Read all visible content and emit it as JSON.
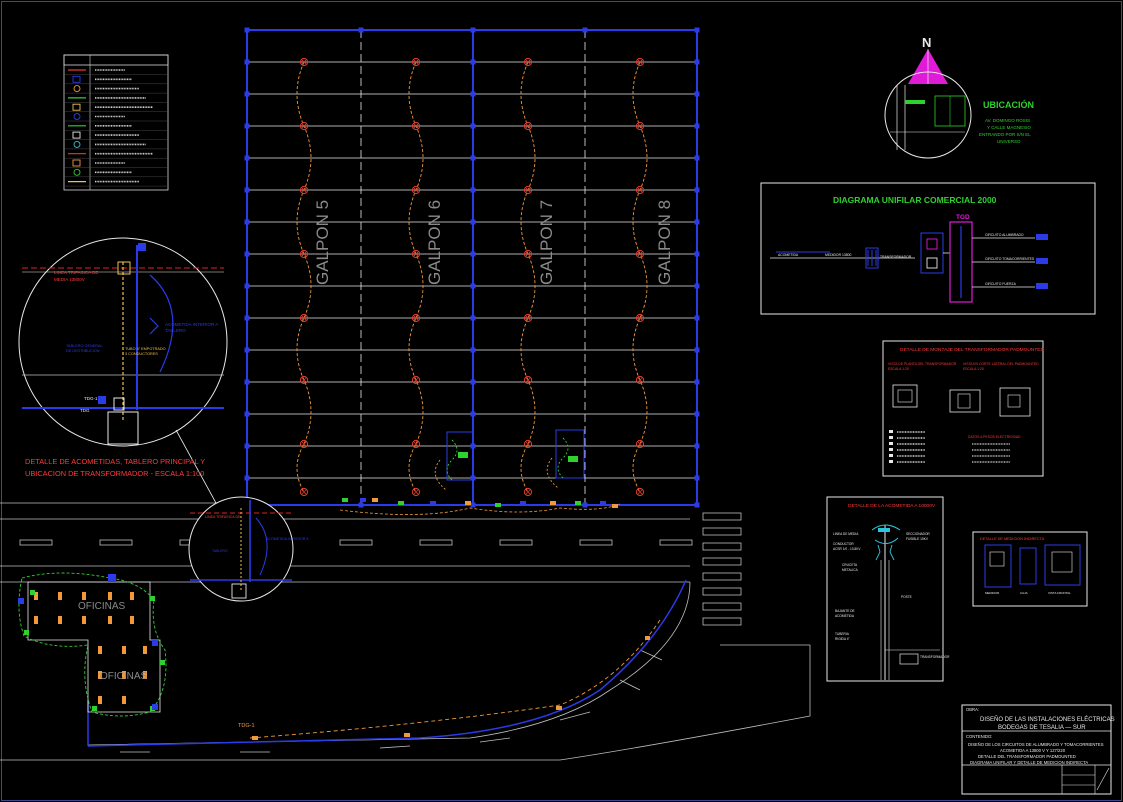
{
  "colors": {
    "background": "#000000",
    "building": "#2b3be8",
    "circuit_orange": "#f29a3a",
    "lamp_red": "#e23b2a",
    "green_text": "#2fd12f",
    "magenta": "#e01bd8",
    "cyan": "#2cc6dc",
    "white": "#e8e8e8",
    "gray_text": "#8a8a8a",
    "red_text": "#ff3b3b"
  },
  "galpones": [
    "GALPON 5",
    "GALPON 6",
    "GALPON 7",
    "GALPON 8"
  ],
  "oficinas": [
    "OFICINAS",
    "OFICINAS"
  ],
  "north": "N",
  "ubicacion": {
    "title": "UBICACIÓN",
    "line1": "AV. DOMINGO ROSIS",
    "line2": "Y CALLE MAGNESIO",
    "line3": "ENTRANDO POR S/N EL",
    "line4": "UNIVERSO"
  },
  "diagrama": {
    "title": "DIAGRAMA UNIFILAR COMERCIAL 2000",
    "tgd": "TGD"
  },
  "transformador": {
    "title": "DETALLE DE MONTAJE DEL TRANSFORMADOR PADMOUNTED"
  },
  "acometida": {
    "title": "DETALLE DE LA ACOMETIDA A 10000V"
  },
  "medicion": {
    "title": "DETALLE DE MEDICION INDIRECTA"
  },
  "detail_caption": {
    "line1": "DETALLE DE ACOMETIDAS, TABLERO PRINCIPAL Y",
    "line2": "UBICACION DE TRANSFORMADOR - ESCALA 1:100"
  },
  "tdg_label": "TDG-1",
  "title_block": {
    "obra_label": "OBRA:",
    "obra_line1": "DISEÑO DE LAS INSTALACIONES ELÉCTRICAS",
    "obra_line2": "BODEGAS DE TESALIA — SUR",
    "contenido_label": "CONTENIDO:",
    "c1": "DISEÑO DE LOS CIRCUITOS DE ALUMBRADO Y TOMACORRIENTES",
    "c2": "ACOMETIDA A 13800 V Y 127/220",
    "c3": "DETALLE DEL TRANSFORMADOR PADMOUNTED",
    "c4": "DIAGRAMA UNIFILAR Y DETALLE DE MEDICION INDIRECTA"
  }
}
